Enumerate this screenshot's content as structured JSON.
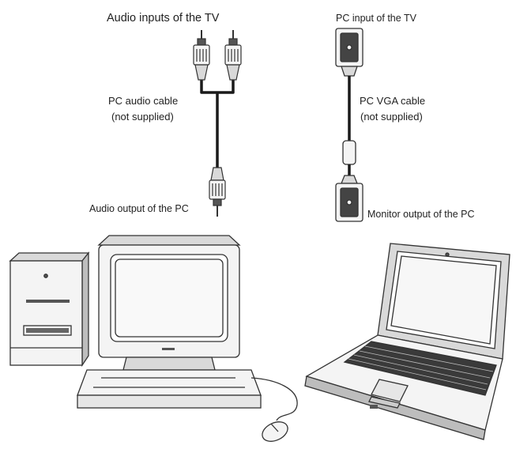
{
  "labels": {
    "audio_inputs_tv": "Audio inputs of the TV",
    "pc_audio_cable_line1": "PC audio cable",
    "pc_audio_cable_line2": "(not supplied)",
    "audio_output_pc": "Audio output of the PC",
    "pc_input_tv": "PC input of the TV",
    "pc_vga_cable_line1": "PC VGA cable",
    "pc_vga_cable_line2": "(not supplied)",
    "monitor_output_pc": "Monitor output of the PC"
  },
  "colors": {
    "line": "#333333",
    "cable": "#1a1a1a",
    "fill_light": "#f4f4f4",
    "fill_mid": "#d9d9d9",
    "fill_dark": "#555555"
  },
  "icons": [
    "rca-plug-icon",
    "vga-plug-icon",
    "tower-pc-icon",
    "crt-monitor-icon",
    "keyboard-icon",
    "mouse-icon",
    "laptop-icon"
  ]
}
